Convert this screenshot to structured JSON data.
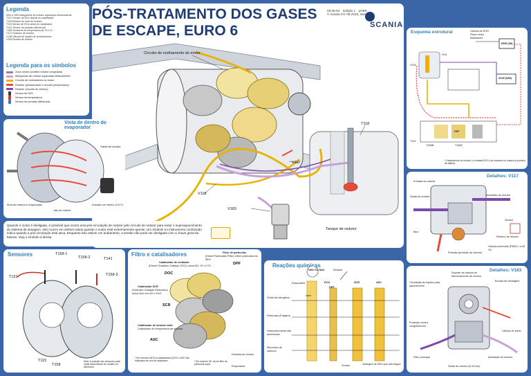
{
  "title": {
    "line1": "PÓS-TRATAMENTO DOS GASES",
    "line2": "DE ESCAPE, EURO 6"
  },
  "doc_info": {
    "code": "03:25-02",
    "edition": "Edição 1",
    "lang": "pt-BR",
    "copyright": "© Scania CV AB 2016, Sweden"
  },
  "brand": {
    "name": "SCANIA"
  },
  "legend": {
    "title": "Legenda",
    "items": [
      "NOx e NH3  Margueiras de redutor aquecidas eletricamente",
      "T101  Sensor de NOx depois do catalisador",
      "T116  Módulo do nível de redutor",
      "T118  Sensor de NOx antes do catalisador",
      "T131  Sensor de pressão diferencial",
      "T158  Sensores de temperatura (A, B e C)",
      "V117  Dosador de redutor",
      "V118  Válvula de líquido de arrefecimento",
      "V183  Bomba de redutor"
    ]
  },
  "symbols": {
    "title": "Legenda para os símbolos",
    "items": [
      {
        "label": "Zona neutra (contém redutor congelado)",
        "color": "#8a8a8a"
      },
      {
        "label": "Margueiras de redutor aquecidas eletricamente",
        "color": "#c8a0d8"
      },
      {
        "label": "Circuito de resfriamento do motor",
        "color": "#e6b400"
      },
      {
        "label": "Redutor (pressurizado e circuito pressurizado)",
        "color": "#e84a3a"
      },
      {
        "label": "Redutor (circuito de retorno)",
        "color": "#7b4aa8"
      },
      {
        "label": "Sensor de NOx",
        "color": "#3a3a3a"
      },
      {
        "label": "Sensor de temperatura",
        "color": "#d04020"
      },
      {
        "label": "Sensor de pressão diferencial",
        "color": "#2f7fc1"
      }
    ]
  },
  "evaporator": {
    "title": "Vista de dentro do evaporador",
    "labels": [
      "Gases de escape",
      "Área de mistura e evaporação",
      "Jato de redutor",
      "Dosador de redutor (V117)"
    ]
  },
  "main": {
    "labels": {
      "coolant_circuit": "Circuito de resfriamento do motor",
      "t118": "T118",
      "v117": "V117",
      "v118": "V118",
      "v183": "V183",
      "tank": "Tanque de redutor"
    },
    "warning_text": "Quando o motor é desligado, é possível que ocorra uma pós-circulação de redutor pelo circuito de redutor para evitar o superaquecimento do sistema de dosagem. Isso ocorre em ambos casos quando o motor está extremamente quente. Um símbolo no instrumento combinado indica quando a pós-circulação está ativa. Enquanto isso estiver em andamento, a tensão não pode ser desligada com a chave geral da bateria. Veja o símbolo à direita."
  },
  "schematic": {
    "title": "Esquema estrutural",
    "labels": [
      "Válvula de EGR",
      "Fluxo motor",
      "Bateria/ms",
      "EMS (S8)",
      "T116",
      "V118",
      "ACM (S89)",
      "T101",
      "T158B",
      "T158C",
      "DPF"
    ],
    "note": "* Dependendo do modelo, a unidade EECU se encontra no chassi ou próximo da bateria"
  },
  "v117": {
    "title": "Detalhes: V117",
    "labels": [
      "Saída do redutor",
      "Admissão do redutor",
      "Sensor",
      "Válvula solenoide (PWM 1 a 95 %)",
      "Entrada do redutor",
      "Pressão (pressão de retorno)",
      "Bico",
      "Retorno de redutor"
    ]
  },
  "sensors": {
    "title": "Sensores",
    "labels": [
      "T158-1",
      "T158-2",
      "T141",
      "T131",
      "T158-3",
      "T115",
      "T158"
    ],
    "note": "Nota: A posição dos sensores pode variar dependendo do modelo do silencioso."
  },
  "filter": {
    "title": "Filtro e catalisadores",
    "labels": {
      "doc_title": "Catalisador de oxidação",
      "doc_sub": "(Diesel Oxidation Catalyst, DOC) oxida NO, HC e CO",
      "doc": "DOC",
      "dpf_title": "Filtro de partículas",
      "dpf_sub": "(Diesel Particulate Filter) retém partículas em 95%",
      "dpf": "DPF",
      "scr_title": "Catalisador SCR",
      "scr_sub": "(Selective Catalytic Reduction) reduz NOx em N2 e H2O",
      "scr": "SCR",
      "asc_title": "Catalisador de amonia extra",
      "asc_sub": "Catalisador de temperatura de amonia",
      "asc": "ASC",
      "outlet": "Desaida de redutor",
      "evap": "Evaporador",
      "foot1": "* Em menores NH3 os catalisadores (DOC e ASC são triplicados em uso da duplicados",
      "foot2": "* Em motores V8, há um filtro de partículas duplo"
    }
  },
  "reactions": {
    "title": "Reações químicas",
    "top": "NH2 CO NH2",
    "reductor": "Redutor",
    "evaporator": "Evaporador",
    "heat": "calor",
    "stages": [
      "DOC",
      "DPF",
      "SCR",
      "ASC"
    ],
    "rows": [
      "Óxido de nitrogênio",
      "Partículas (Fuligem)",
      "Hidrocarbonetos não queimados",
      "Monóxido de carbono"
    ],
    "legend": [
      "Oxinas",
      "Vestígios de NH3 que são tragos"
    ]
  },
  "v183": {
    "title": "Detalhes: V183",
    "labels": [
      "Suporte da válvula de funcionamento de retorno",
      "Bomba de drenagem",
      "Circulação do líquido para aquecimento",
      "Proteção contra congelamento",
      "Filtro principal",
      "Saída de retorno (8-10 bar)",
      "Válvula de alívio",
      "Admissão de redutor"
    ]
  }
}
